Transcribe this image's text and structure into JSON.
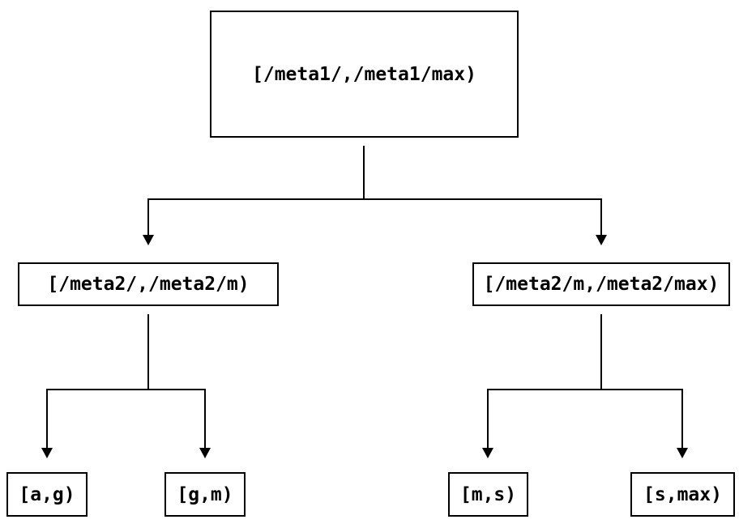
{
  "diagram": {
    "type": "binary-interval-tree",
    "colors": {
      "background": "#ffffff",
      "line": "#000000",
      "box_border": "#000000",
      "text": "#000000"
    },
    "nodes": {
      "root": {
        "label": "[/meta1/,/meta1/max)"
      },
      "mid_left": {
        "label": "[/meta2/,/meta2/m)"
      },
      "mid_right": {
        "label": "[/meta2/m,/meta2/max)"
      },
      "leaf_ag": {
        "label": "[a,g)"
      },
      "leaf_gm": {
        "label": "[g,m)"
      },
      "leaf_ms": {
        "label": "[m,s)"
      },
      "leaf_smax": {
        "label": "[s,max)"
      }
    },
    "edges": [
      {
        "from": "root",
        "to": "mid_left"
      },
      {
        "from": "root",
        "to": "mid_right"
      },
      {
        "from": "mid_left",
        "to": "leaf_ag"
      },
      {
        "from": "mid_left",
        "to": "leaf_gm"
      },
      {
        "from": "mid_right",
        "to": "leaf_ms"
      },
      {
        "from": "mid_right",
        "to": "leaf_smax"
      }
    ]
  }
}
